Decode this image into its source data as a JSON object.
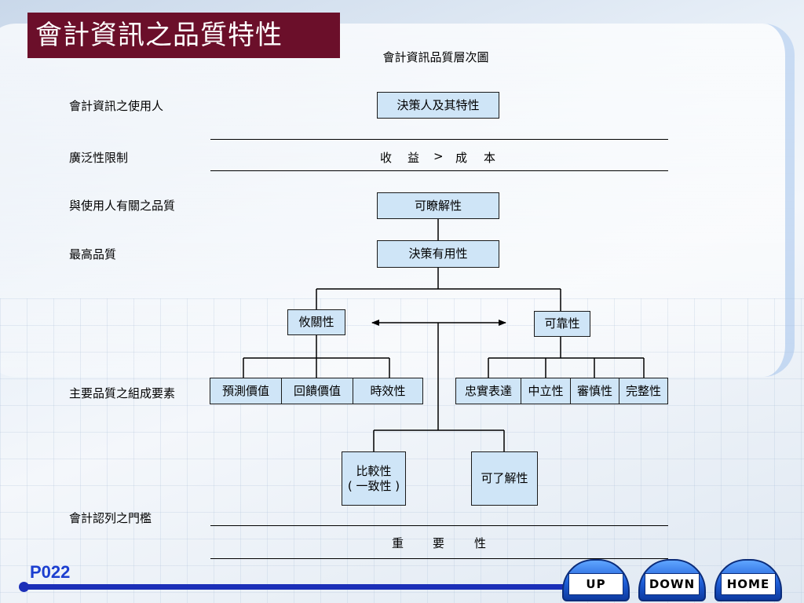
{
  "title": "會計資訊之品質特性",
  "diagram_title": "會計資訊品質層次圖",
  "side_labels": {
    "users": "會計資訊之使用人",
    "constraint": "廣泛性限制",
    "user_quality": "與使用人有關之品質",
    "top_quality": "最高品質",
    "components": "主要品質之組成要素",
    "threshold": "會計認列之門檻"
  },
  "nodes": {
    "decision_makers": "決策人及其特性",
    "benefit_cost": [
      "收",
      "益",
      ">",
      "成",
      "本"
    ],
    "understandability": "可瞭解性",
    "decision_usefulness": "決策有用性",
    "relevance": "攸關性",
    "reliability": "可靠性",
    "predictive_value": "預測價值",
    "feedback_value": "回饋價值",
    "timeliness": "時效性",
    "faithful_representation": "忠實表達",
    "neutrality": "中立性",
    "prudence": "審慎性",
    "completeness": "完整性",
    "comparability_line1": "比較性",
    "comparability_line2": "( 一致性 )",
    "understandable": "可了解性",
    "materiality": [
      "重",
      "要",
      "性"
    ]
  },
  "page_number": "P022",
  "nav": {
    "up": "UP",
    "down": "DOWN",
    "home": "HOME"
  }
}
